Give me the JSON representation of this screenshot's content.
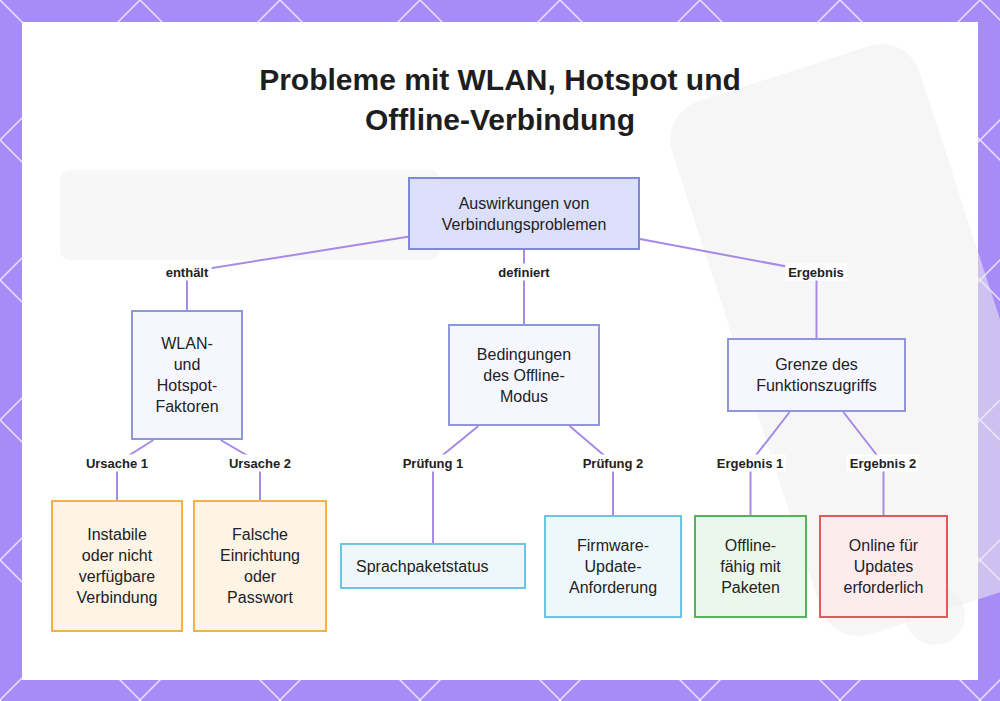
{
  "diagram": {
    "title": "Probleme mit WLAN, Hotspot und Offline-Verbindung",
    "nodes": [
      {
        "text": [
          "Auswirkungen von Verbindungsproblemen"
        ]
      },
      {
        "text": [
          "WLAN- und Hotspot-Faktoren"
        ]
      },
      {
        "text": [
          "Bedingungen des Offline-Modus"
        ]
      },
      {
        "text": [
          "Grenze des Funktionszugriffs"
        ]
      },
      {
        "text": [
          "Instabile oder nicht verfügbare Verbindung"
        ]
      },
      {
        "text": [
          "Falsche Einrichtung oder Passwort"
        ]
      },
      {
        "text": [
          "Sprachpaketstatus"
        ]
      },
      {
        "text": [
          "Firmware-Update-Anforderung"
        ]
      },
      {
        "text": [
          "Offline-fähig mit Paketen"
        ]
      },
      {
        "text": [
          "Online für Updates erforderlich"
        ]
      }
    ],
    "edges": [
      {
        "from": 0,
        "to": 1,
        "label": "enthält",
        "arrow": "none"
      },
      {
        "from": 0,
        "to": 2,
        "label": "definiert",
        "arrow": "none"
      },
      {
        "from": 0,
        "to": 3,
        "label": "Ergebnis",
        "arrow": "none"
      },
      {
        "from": 1,
        "to": 4,
        "label": "Ursache 1",
        "arrow": "none"
      },
      {
        "from": 1,
        "to": 5,
        "label": "Ursache 2",
        "arrow": "none"
      },
      {
        "from": 2,
        "to": 6,
        "label": "Prüfung 1",
        "arrow": "none"
      },
      {
        "from": 2,
        "to": 7,
        "label": "Prüfung 2",
        "arrow": "none"
      },
      {
        "from": 3,
        "to": 8,
        "label": "Ergebnis 1",
        "arrow": "none"
      },
      {
        "from": 3,
        "to": 9,
        "label": "Ergebnis 2",
        "arrow": "none"
      }
    ]
  }
}
